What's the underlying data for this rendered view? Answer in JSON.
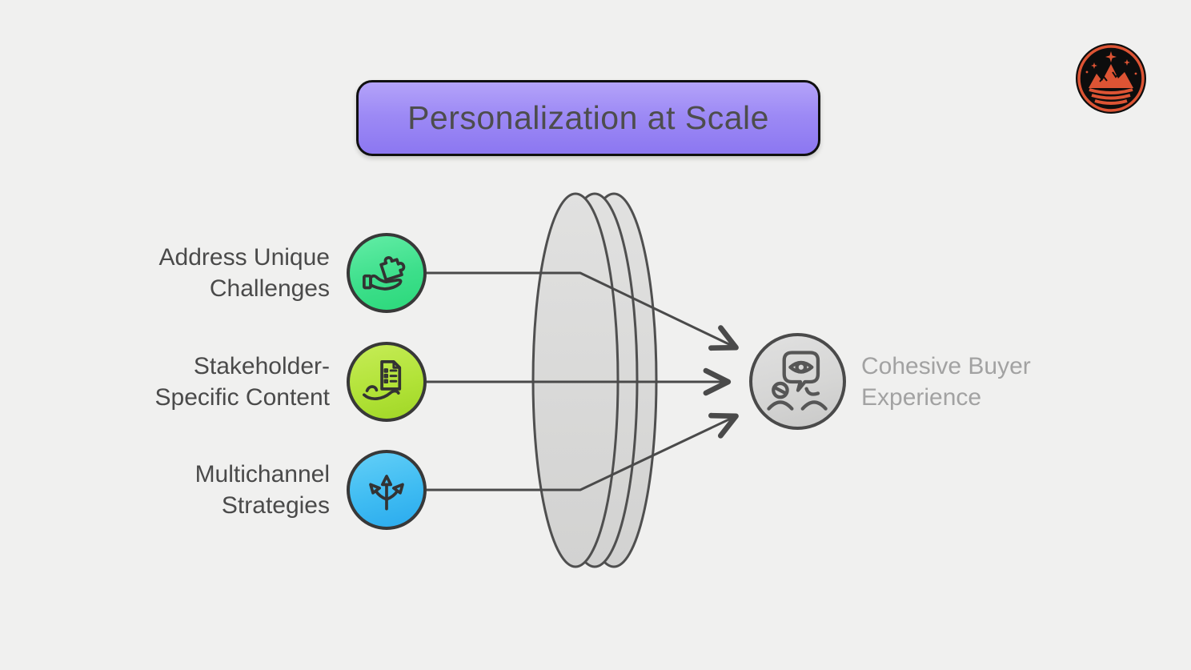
{
  "page": {
    "background_color": "#f0f0ef"
  },
  "title": {
    "text": "Personalization at Scale",
    "fill_top": "#b4a3f9",
    "fill_bottom": "#8c77f1",
    "border_color": "#101010",
    "text_color": "#4d4d4d"
  },
  "inputs": [
    {
      "label_line1": "Address Unique",
      "label_line2": "Challenges",
      "icon": "hand-puzzle-icon",
      "circle_color": "#3ddf8b"
    },
    {
      "label_line1": "Stakeholder-",
      "label_line2": "Specific Content",
      "icon": "hand-document-icon",
      "circle_color": "#b2e338"
    },
    {
      "label_line1": "Multichannel",
      "label_line2": "Strategies",
      "icon": "branch-arrows-icon",
      "circle_color": "#3fbcf2"
    }
  ],
  "output": {
    "label_line1": "Cohesive Buyer",
    "label_line2": "Experience",
    "icon": "audience-eye-speech-icon",
    "circle_color": "#d6d6d5",
    "text_color": "#a2a2a2"
  },
  "lens": {
    "fill": "#d9d9d9",
    "stroke": "#4f4f4f"
  },
  "connectors": {
    "color": "#4a4a4a",
    "count": 3
  },
  "logo": {
    "name": "crown-mountain-badge",
    "ring_color": "#dd5434",
    "art_color": "#dd5434",
    "background": "#0d0d0d"
  }
}
